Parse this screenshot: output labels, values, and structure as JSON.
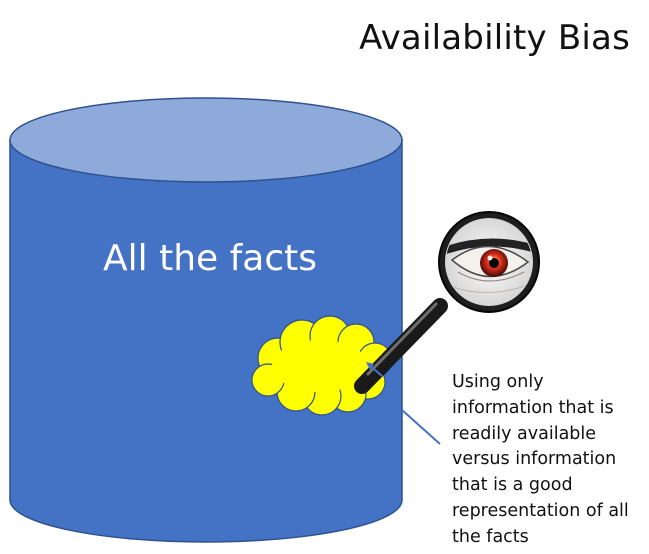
{
  "title": "Availability Bias",
  "cylinder": {
    "label": "All the facts",
    "body_color": "#4472c4",
    "top_color": "#8eaadb"
  },
  "highlight": {
    "color": "#ffff00"
  },
  "caption": "Using only\ninformation that is\nreadily available\nversus information\nthat is a good\nrepresentation of all\nthe facts",
  "icons": {
    "magnifier": "magnifying-glass-icon",
    "eye": "eye-icon"
  }
}
